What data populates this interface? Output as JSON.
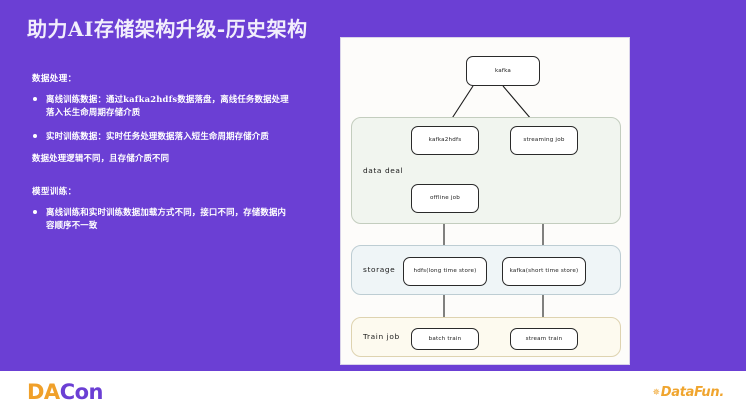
{
  "slide": {
    "title": "助力AI存储架构升级-历史架构",
    "background_color": "#6b3fd4"
  },
  "content": {
    "section1_head": "数据处理：",
    "bullet1": "离线训练数据：通过kafka2hdfs数据落盘，离线任务数据处理落入长生命周期存储介质",
    "bullet2": "实时训练数据：实时任务处理数据落入短生命周期存储介质",
    "note1": "数据处理逻辑不同，且存储介质不同",
    "section2_head": "模型训练：",
    "bullet3": "离线训练和实时训练数据加载方式不同，接口不同，存储数据内容顺序不一致"
  },
  "diagram": {
    "nodes": {
      "kafka": "kafka",
      "kafka2hdfs": "kafka2hdfs",
      "streaming_job": "streaming job",
      "offline_job": "offline job",
      "hdfs_store": "hdfs(long time store)",
      "kafka_store": "kafka(short time store)",
      "batch_train": "batch train",
      "stream_train": "stream train"
    },
    "groups": {
      "data_deal": "data deal",
      "storage": "storage",
      "train_job": "Train job"
    }
  },
  "footer": {
    "dacon_da": "DA",
    "dacon_con": "Con",
    "datafun": "DataFun.",
    "datafun_spark": "✵"
  }
}
